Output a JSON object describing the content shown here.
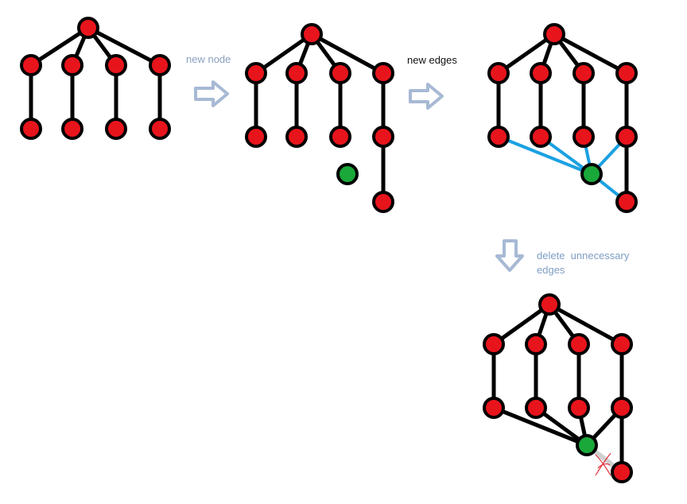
{
  "labels": {
    "new_node": "new node",
    "new_edges": "new edges",
    "delete_line1": "delete  unnecessary",
    "delete_line2": "edges"
  },
  "colors": {
    "node": "#e8141c",
    "new_node": "#1aa83a",
    "edge": "#000000",
    "new_edge": "#1ba1e2",
    "arrow": "#a7b9d4",
    "deleted_edge": "#d0d0d0",
    "delete_mark": "#e0343c"
  },
  "icons": [
    "right-arrow-icon",
    "down-arrow-icon",
    "cross-icon"
  ]
}
